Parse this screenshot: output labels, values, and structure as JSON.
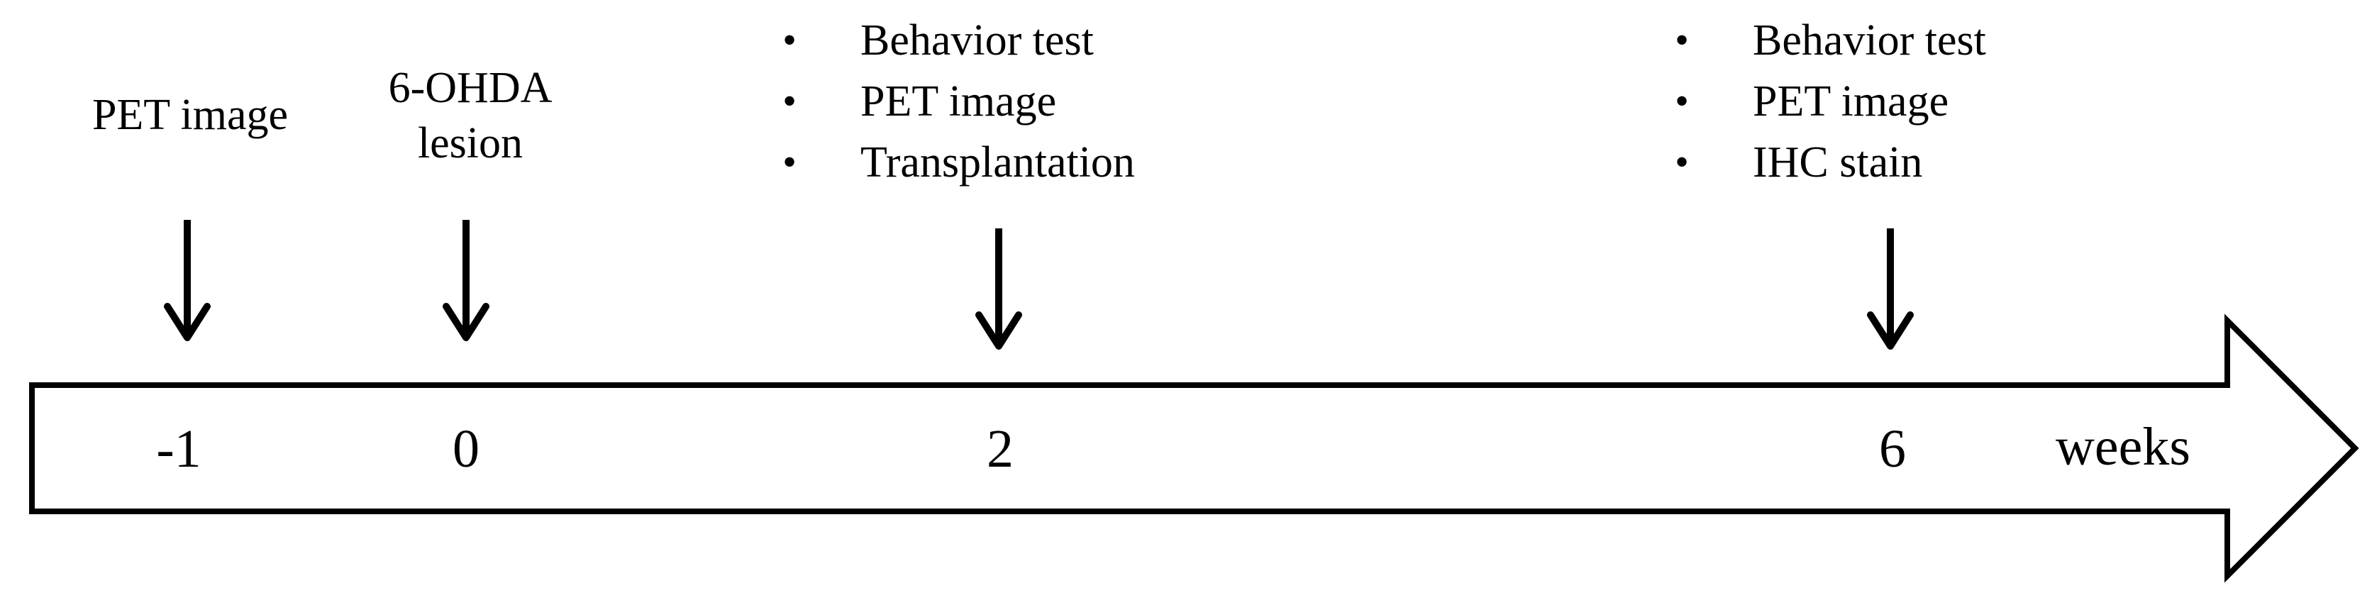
{
  "events": {
    "pet_before": {
      "text": "PET image"
    },
    "lesion": {
      "line1": "6-OHDA",
      "line2": "lesion"
    },
    "week2": {
      "items": [
        "Behavior test",
        "PET image",
        "Transplantation"
      ]
    },
    "week6": {
      "items": [
        "Behavior test",
        "PET image",
        "IHC stain"
      ]
    }
  },
  "timeline": {
    "ticks": [
      "-1",
      "0",
      "2",
      "6"
    ],
    "unit": "weeks"
  },
  "colors": {
    "stroke": "#000000",
    "fill": "#ffffff",
    "text": "#000000"
  }
}
